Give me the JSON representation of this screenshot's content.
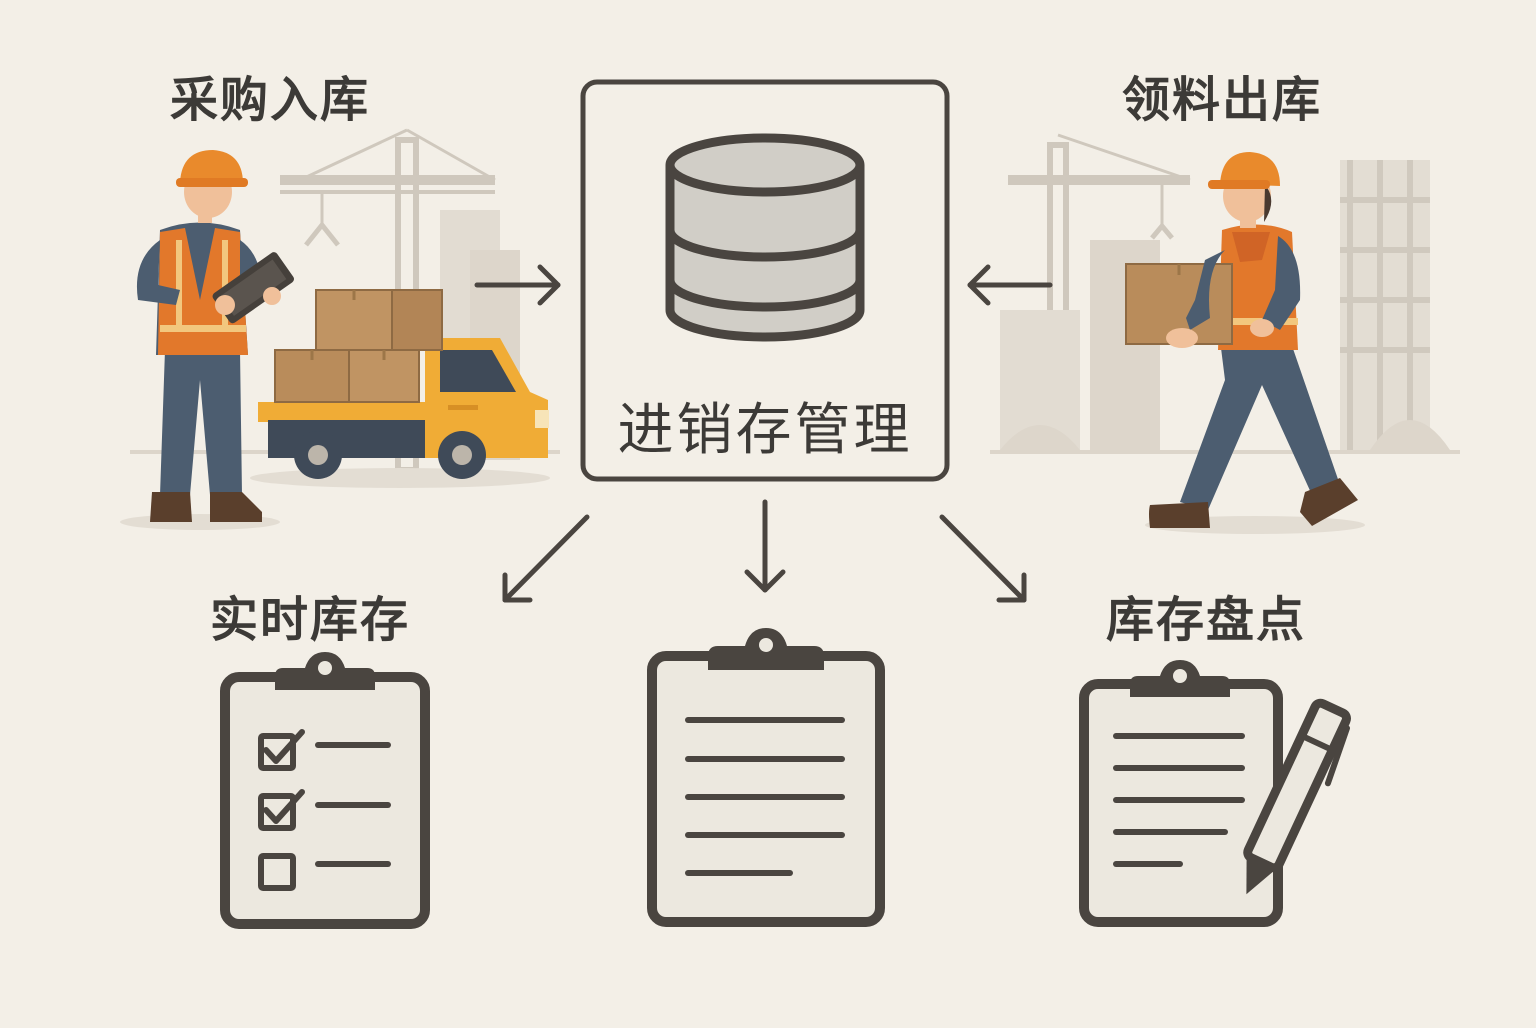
{
  "labels": {
    "purchase_in": "采购入库",
    "issue_out": "领料出库",
    "center": "进销存管理",
    "realtime_stock": "实时库存",
    "stock_count": "库存盘点"
  },
  "colors": {
    "background": "#f3efe7",
    "stroke": "#4a4540",
    "vest_orange": "#e2782b",
    "helmet_orange": "#e98a2c",
    "truck_yellow": "#f0ac36",
    "box_brown": "#b98c5b",
    "worker_blue": "#4a5a6c",
    "skyline": "#ded8ce",
    "database_fill": "#d1cec7",
    "paper_fill": "#ece8df"
  },
  "icons": {
    "center": "database-icon",
    "left_doc": "checklist-clipboard-icon",
    "middle_doc": "report-clipboard-icon",
    "right_doc": "clipboard-pen-icon"
  }
}
